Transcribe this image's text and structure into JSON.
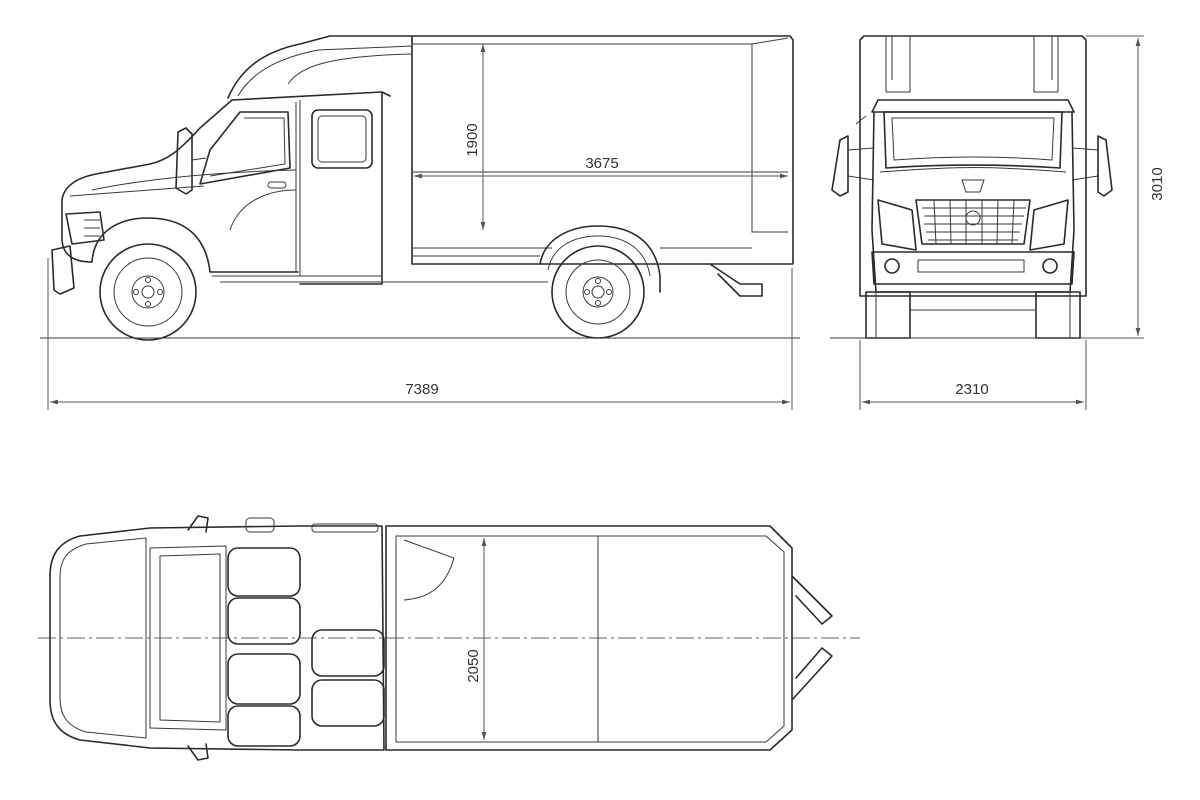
{
  "dimensions": {
    "overall_length": "7389",
    "overall_width": "2310",
    "overall_height": "3010",
    "body_height": "1900",
    "body_length": "3675",
    "body_width": "2050"
  }
}
